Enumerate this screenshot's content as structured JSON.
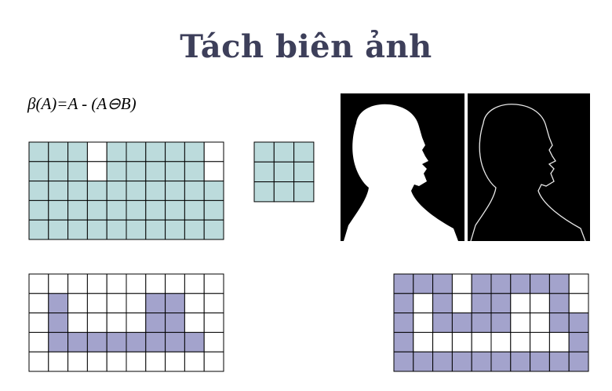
{
  "slide": {
    "title": "Tách biên ảnh",
    "formula": "β(A)=A - (A⊖B)"
  },
  "colors": {
    "title": "#3d3f5a",
    "grid_a": "#bcdbdc",
    "grid_b": "#bcdbdc",
    "grid_boundary": "#a3a3cc",
    "grid_eroded": "#a3a3cc",
    "empty": "#ffffff",
    "line": "#000000",
    "photo_bg": "#000000",
    "photo_fg": "#ffffff"
  },
  "grids": {
    "set_a": {
      "rows": [
        "1110111110",
        "1110111110",
        "1111111111",
        "1111111111",
        "1111111111"
      ]
    },
    "structuring_element": {
      "rows": [
        "111",
        "111",
        "111"
      ]
    },
    "eroded": {
      "rows": [
        "0000000000",
        "0100001100",
        "0100001100",
        "0111111110",
        "0000000000"
      ]
    },
    "boundary": {
      "rows": [
        "1110111110",
        "1010110010",
        "1011110011",
        "1000000001",
        "1111111111"
      ]
    }
  },
  "photos": {
    "silhouette": "white-silhouette-profile",
    "edge": "edge-outline-profile"
  }
}
